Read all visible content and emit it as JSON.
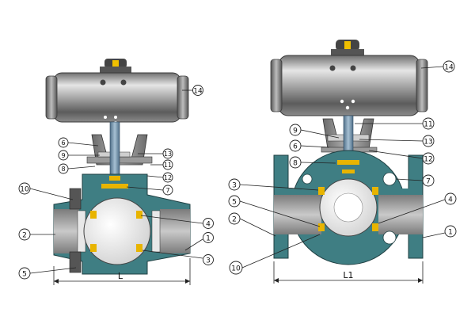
{
  "diagrams": [
    {
      "id": "left-valve",
      "callouts": [
        "1",
        "2",
        "3",
        "4",
        "5",
        "6",
        "7",
        "8",
        "9",
        "10",
        "11",
        "12",
        "13",
        "14"
      ],
      "dimension_label": "L"
    },
    {
      "id": "right-valve",
      "callouts": [
        "1",
        "2",
        "3",
        "4",
        "5",
        "6",
        "7",
        "8",
        "9",
        "10",
        "11",
        "12",
        "13",
        "14"
      ],
      "dimension_label": "L1"
    }
  ],
  "colors": {
    "actuator_body": "#8d8d8d",
    "actuator_light": "#d8d8d8",
    "valve_body_teal": "#3f7e83",
    "pipe_gray": "#9a9a9a",
    "ball_white": "#f2f2f2",
    "seal_yellow": "#e8b400",
    "indicator_yellow": "#f0c000",
    "stem_blue": "#6f90a8"
  }
}
